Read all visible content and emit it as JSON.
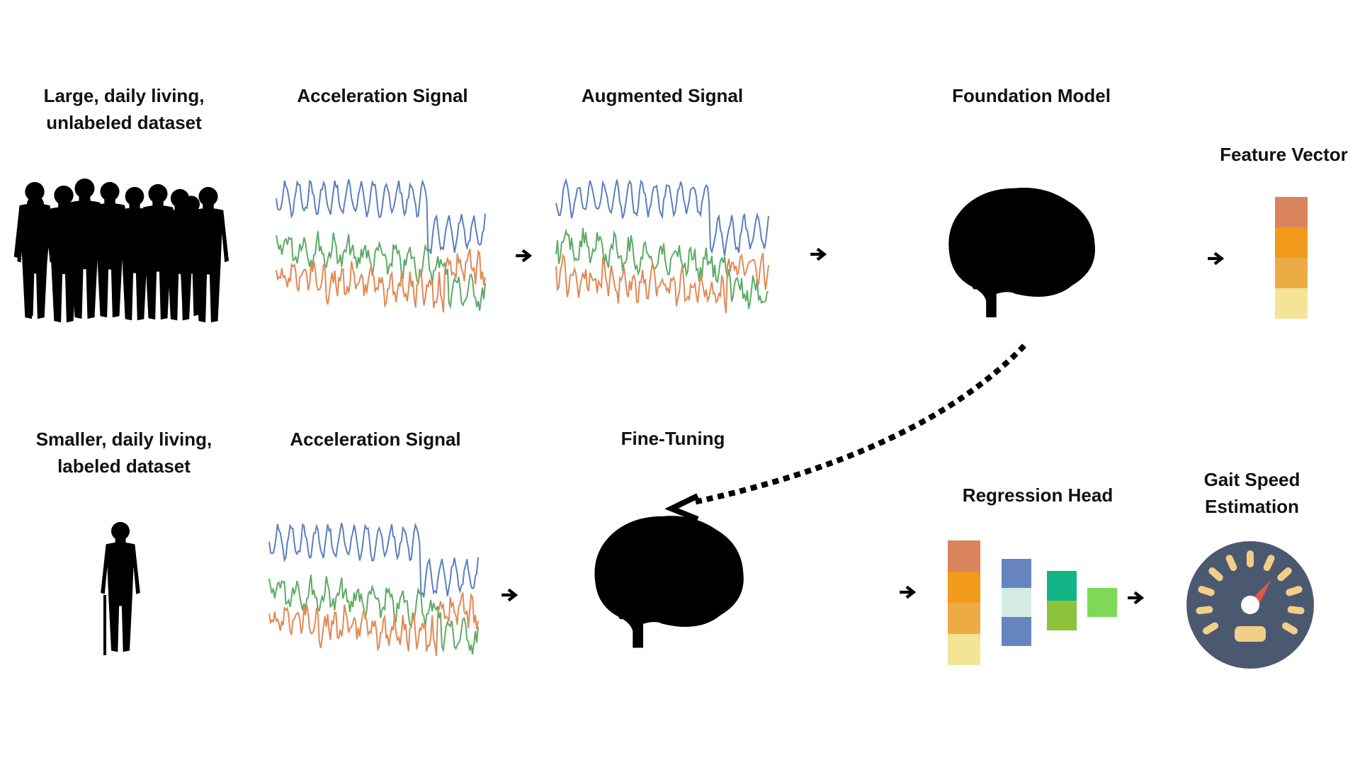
{
  "labels": {
    "top_dataset_line1": "Large, daily living,",
    "top_dataset_line2": "unlabeled dataset",
    "top_signal": "Acceleration Signal",
    "augmented_signal": "Augmented Signal",
    "foundation_model": "Foundation Model",
    "feature_vector": "Feature Vector",
    "bottom_dataset_line1": "Smaller, daily living,",
    "bottom_dataset_line2": "labeled dataset",
    "bottom_signal": "Acceleration Signal",
    "fine_tuning": "Fine-Tuning",
    "regression_head": "Regression Head",
    "gait_line1": "Gait Speed",
    "gait_line2": "Estimation"
  },
  "colors": {
    "signal_blue": "#5b7fbf",
    "signal_green": "#5faa66",
    "signal_orange": "#e08a55",
    "feature_1": "#d9845a",
    "feature_2": "#f29a1c",
    "feature_3": "#edab45",
    "feature_4": "#f4e496",
    "reg_blue": "#6685c0",
    "reg_mint": "#d4ebe3",
    "reg_teal": "#12b486",
    "reg_green": "#8cc33a",
    "reg_output": "#7ed957",
    "gauge_face": "#4b5970",
    "gauge_ticks": "#f1cf87",
    "gauge_needle": "#e2574c",
    "brain_top_outline": "#1c2a33",
    "brain_top_circuit": "#8fe3ea",
    "brain_bottom_outline": "#2a231c",
    "brain_bottom_circuit": "#eadbc0",
    "silhouette": "#000000"
  },
  "icons": {
    "crowd": "people-crowd-silhouette-icon",
    "person": "elderly-person-with-cane-silhouette-icon",
    "brain": "circuit-brain-icon",
    "gauge": "speedometer-gauge-icon",
    "arrow": "right-arrow-icon"
  }
}
